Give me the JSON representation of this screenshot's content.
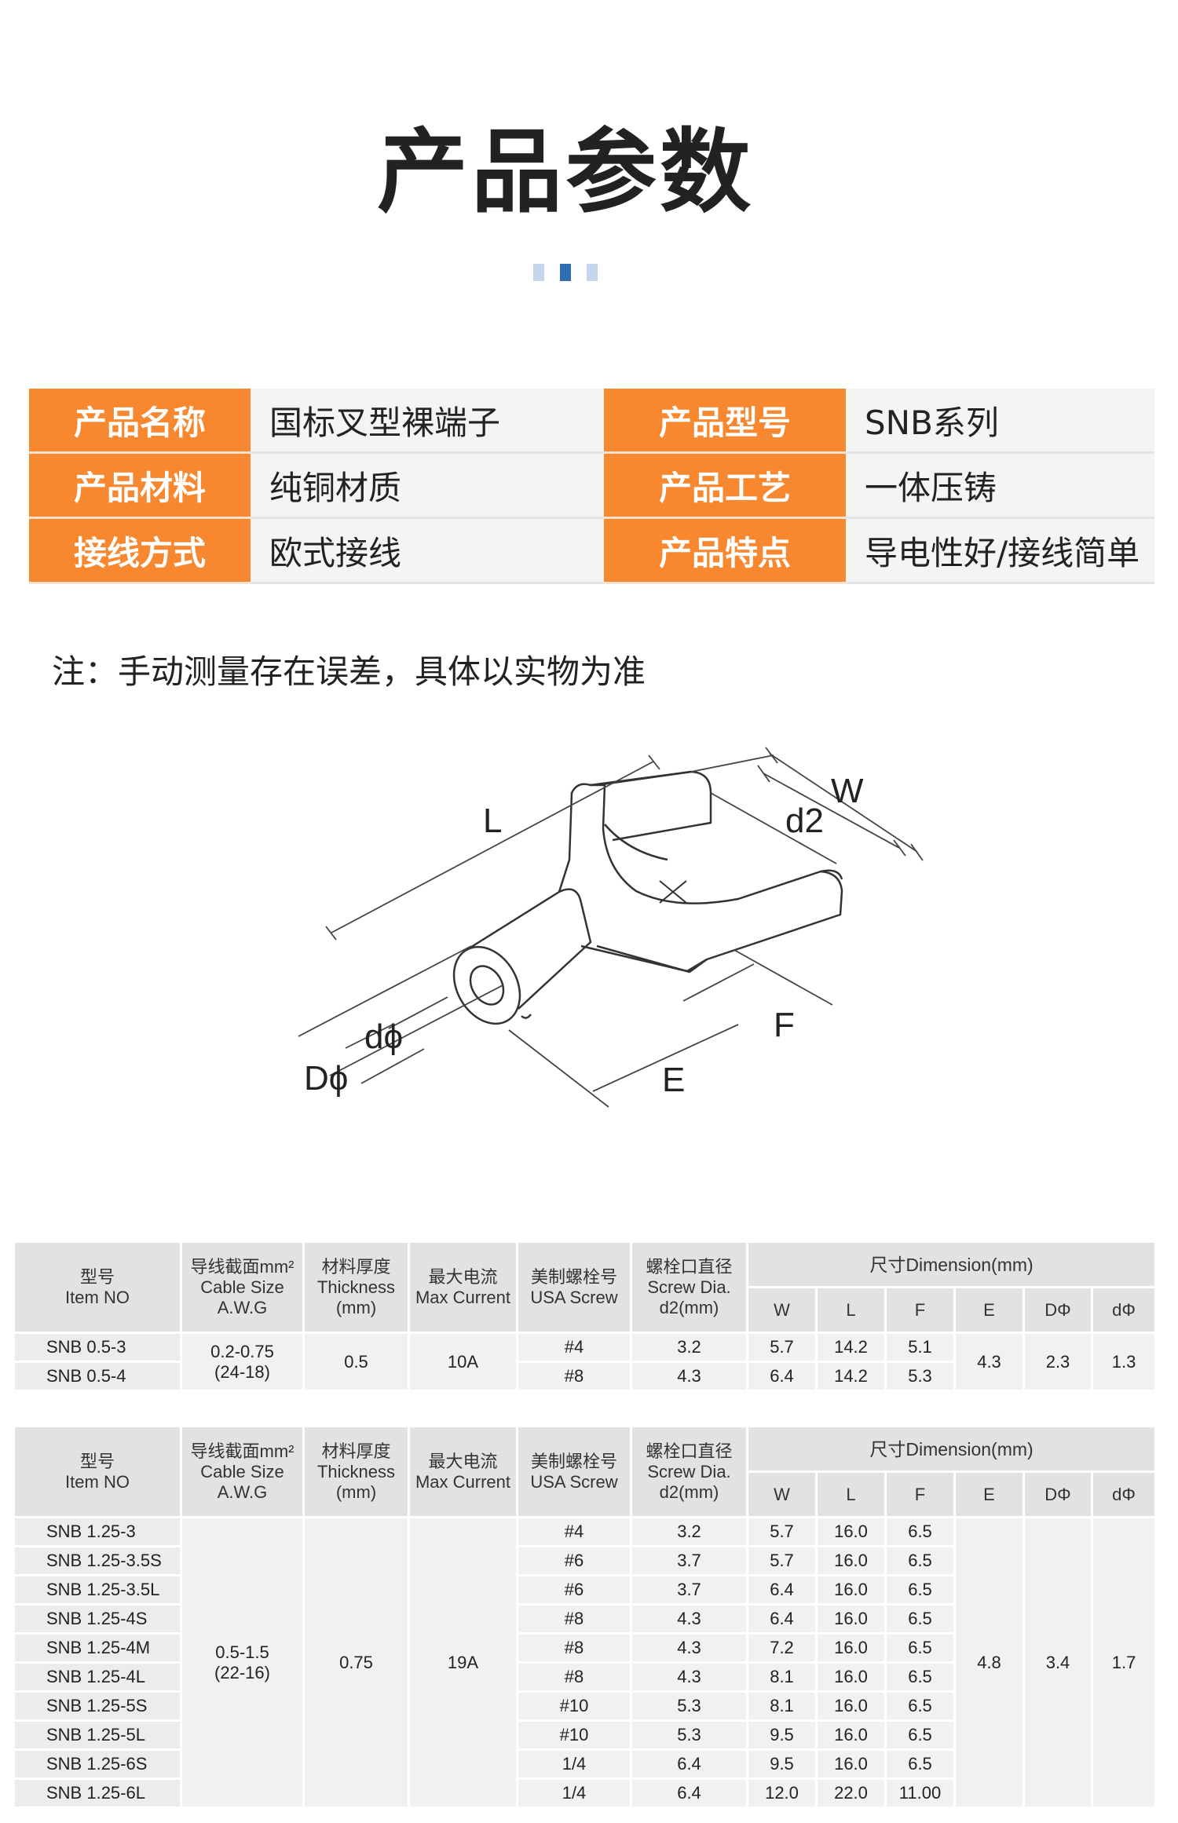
{
  "title": "产品参数",
  "dot_colors": [
    "#c5d6ea",
    "#2f6db5",
    "#c5d6ea"
  ],
  "spec_rows": [
    {
      "k1": "产品名称",
      "v1": "国标叉型裸端子",
      "k2": "产品型号",
      "v2": "SNB系列"
    },
    {
      "k1": "产品材料",
      "v1": "纯铜材质",
      "k2": "产品工艺",
      "v2": "一体压铸"
    },
    {
      "k1": "接线方式",
      "v1": "欧式接线",
      "k2": "产品特点",
      "v2": "导电性好/接线简单"
    }
  ],
  "note": "注：手动测量存在误差，具体以实物为准",
  "diagram_labels": {
    "L": "L",
    "W": "W",
    "d2": "d2",
    "d_phi": "dϕ",
    "D_phi": "Dϕ",
    "F": "F",
    "E": "E"
  },
  "table_headers": {
    "item": [
      "型号",
      "Item NO"
    ],
    "cable": [
      "导线截面mm²",
      "Cable Size",
      "A.W.G"
    ],
    "thickness": [
      "材料厚度",
      "Thickness",
      "(mm)"
    ],
    "current": [
      "最大电流",
      "Max Current"
    ],
    "screw": [
      "美制螺栓号",
      "USA Screw"
    ],
    "dia": [
      "螺栓口直径",
      "Screw Dia.",
      "d2(mm)"
    ],
    "dimension": "尺寸Dimension(mm)",
    "dims": [
      "W",
      "L",
      "F",
      "E",
      "DΦ",
      "dΦ"
    ]
  },
  "table1": {
    "cable": [
      "0.2-0.75",
      "(24-18)"
    ],
    "thickness": "0.5",
    "current": "10A",
    "E": "4.3",
    "D": "2.3",
    "d": "1.3",
    "rows": [
      {
        "item": "SNB 0.5-3",
        "screw": "#4",
        "dia": "3.2",
        "W": "5.7",
        "L": "14.2",
        "F": "5.1"
      },
      {
        "item": "SNB 0.5-4",
        "screw": "#8",
        "dia": "4.3",
        "W": "6.4",
        "L": "14.2",
        "F": "5.3"
      }
    ]
  },
  "table2": {
    "cable": [
      "0.5-1.5",
      "(22-16)"
    ],
    "thickness": "0.75",
    "current": "19A",
    "E": "4.8",
    "D": "3.4",
    "d": "1.7",
    "rows": [
      {
        "item": "SNB 1.25-3",
        "screw": "#4",
        "dia": "3.2",
        "W": "5.7",
        "L": "16.0",
        "F": "6.5"
      },
      {
        "item": "SNB 1.25-3.5S",
        "screw": "#6",
        "dia": "3.7",
        "W": "5.7",
        "L": "16.0",
        "F": "6.5"
      },
      {
        "item": "SNB 1.25-3.5L",
        "screw": "#6",
        "dia": "3.7",
        "W": "6.4",
        "L": "16.0",
        "F": "6.5"
      },
      {
        "item": "SNB 1.25-4S",
        "screw": "#8",
        "dia": "4.3",
        "W": "6.4",
        "L": "16.0",
        "F": "6.5"
      },
      {
        "item": "SNB 1.25-4M",
        "screw": "#8",
        "dia": "4.3",
        "W": "7.2",
        "L": "16.0",
        "F": "6.5"
      },
      {
        "item": "SNB 1.25-4L",
        "screw": "#8",
        "dia": "4.3",
        "W": "8.1",
        "L": "16.0",
        "F": "6.5"
      },
      {
        "item": "SNB 1.25-5S",
        "screw": "#10",
        "dia": "5.3",
        "W": "8.1",
        "L": "16.0",
        "F": "6.5"
      },
      {
        "item": "SNB 1.25-5L",
        "screw": "#10",
        "dia": "5.3",
        "W": "9.5",
        "L": "16.0",
        "F": "6.5"
      },
      {
        "item": "SNB 1.25-6S",
        "screw": "1/4",
        "dia": "6.4",
        "W": "9.5",
        "L": "16.0",
        "F": "6.5"
      },
      {
        "item": "SNB 1.25-6L",
        "screw": "1/4",
        "dia": "6.4",
        "W": "12.0",
        "L": "22.0",
        "F": "11.00"
      }
    ]
  }
}
